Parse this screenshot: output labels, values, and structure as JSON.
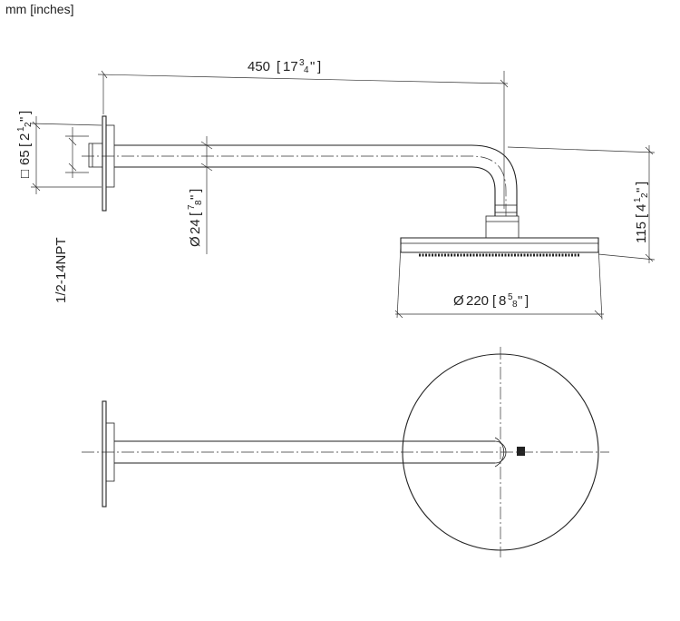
{
  "units_label": "mm [inches]",
  "dimensions": {
    "length": {
      "value": "450",
      "inch_whole": "17",
      "inch_num": "3",
      "inch_den": "4"
    },
    "height": {
      "value": "115",
      "inch_whole": "4",
      "inch_num": "1",
      "inch_den": "2"
    },
    "head_diameter": {
      "symbol": "Ø",
      "value": "220",
      "inch_whole": "8",
      "inch_num": "5",
      "inch_den": "8"
    },
    "arm_diameter": {
      "symbol": "Ø",
      "value": "24",
      "inch_whole": "",
      "inch_num": "7",
      "inch_den": "8"
    },
    "flange": {
      "symbol": "□",
      "value": "65",
      "inch_whole": "2",
      "inch_num": "1",
      "inch_den": "2"
    },
    "thread": {
      "label": "1/2-14NPT"
    }
  },
  "inch_mark": "\""
}
